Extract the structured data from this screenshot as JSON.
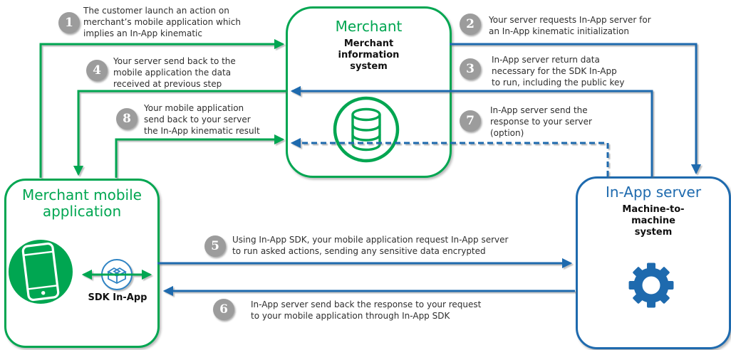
{
  "colors": {
    "green": "#00a651",
    "blue": "#1e6aae",
    "step_circle_gray": "#9c9c9c"
  },
  "nodes": {
    "merchant_mobile_app": {
      "title": "Merchant mobile application",
      "sdk_label": "SDK In-App",
      "icon": "smartphone-icon",
      "sdk_icon": "sdk-box-icon"
    },
    "merchant": {
      "title": "Merchant",
      "subtitle": "Merchant information system",
      "icon": "database-icon"
    },
    "inapp_server": {
      "title": "In-App server",
      "subtitle": "Machine-to-machine system",
      "icon": "gear-icon"
    }
  },
  "steps": [
    {
      "number": "1",
      "lines": [
        "The customer launch an action on",
        "merchant’s mobile application which",
        "implies an In-App kinematic"
      ]
    },
    {
      "number": "2",
      "lines": [
        "Your server requests In-App server for",
        "an In-App kinematic initialization"
      ]
    },
    {
      "number": "3",
      "lines": [
        "In-App server return data",
        "necessary for the SDK In-App",
        "to run, including the public key"
      ]
    },
    {
      "number": "4",
      "lines": [
        "Your server send back to the",
        "mobile application the data",
        "received at previous step"
      ]
    },
    {
      "number": "5",
      "lines": [
        "Using In-App SDK, your mobile application request In-App server",
        "to run asked actions, sending any sensitive data encrypted"
      ]
    },
    {
      "number": "6",
      "lines": [
        "In-App server send back the response to your request",
        "to your mobile application through In-App SDK"
      ]
    },
    {
      "number": "7",
      "lines": [
        "In-App server send the",
        "response to your server",
        "(option)"
      ]
    },
    {
      "number": "8",
      "lines": [
        "Your mobile application",
        "send back to your server",
        "the In-App kinematic result"
      ]
    }
  ],
  "arrows": [
    {
      "step": "1",
      "from": "merchant-mobile-application",
      "to": "merchant",
      "color": "green",
      "style": "solid"
    },
    {
      "step": "2",
      "from": "merchant",
      "to": "in-app-server",
      "color": "blue",
      "style": "solid"
    },
    {
      "step": "3",
      "from": "in-app-server",
      "to": "merchant",
      "color": "blue",
      "style": "solid"
    },
    {
      "step": "4",
      "from": "merchant",
      "to": "merchant-mobile-application",
      "color": "green",
      "style": "solid"
    },
    {
      "step": "5",
      "from": "merchant-mobile-application",
      "to": "in-app-server",
      "color": "blue",
      "style": "solid"
    },
    {
      "step": "6",
      "from": "in-app-server",
      "to": "merchant-mobile-application",
      "color": "blue",
      "style": "solid"
    },
    {
      "step": "7",
      "from": "in-app-server",
      "to": "merchant",
      "color": "blue",
      "style": "dashed"
    },
    {
      "step": "8",
      "from": "merchant-mobile-application",
      "to": "merchant",
      "color": "green",
      "style": "solid"
    },
    {
      "step": "sdk-link",
      "from": "smartphone",
      "to": "sdk-in-app",
      "color": "green",
      "style": "double-headed"
    }
  ]
}
